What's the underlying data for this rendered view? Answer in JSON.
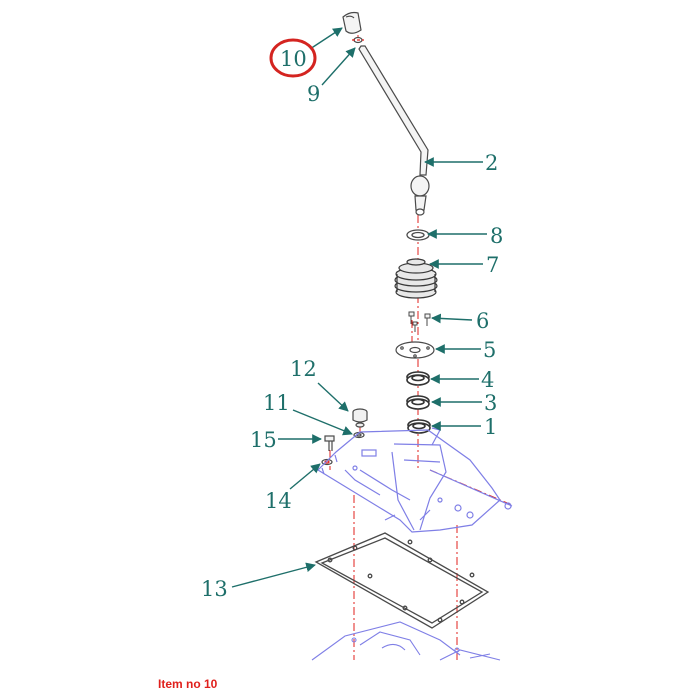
{
  "diagram": {
    "callouts": [
      {
        "id": "10",
        "label": "10"
      },
      {
        "id": "9",
        "label": "9"
      },
      {
        "id": "2",
        "label": "2"
      },
      {
        "id": "8",
        "label": "8"
      },
      {
        "id": "7",
        "label": "7"
      },
      {
        "id": "6",
        "label": "6"
      },
      {
        "id": "5",
        "label": "5"
      },
      {
        "id": "4",
        "label": "4"
      },
      {
        "id": "3",
        "label": "3"
      },
      {
        "id": "1",
        "label": "1"
      },
      {
        "id": "12",
        "label": "12"
      },
      {
        "id": "11",
        "label": "11"
      },
      {
        "id": "15",
        "label": "15"
      },
      {
        "id": "14",
        "label": "14"
      },
      {
        "id": "13",
        "label": "13"
      }
    ],
    "highlighted_item": "10",
    "caption": "Item no 10"
  },
  "colors": {
    "callout": "#1e6f6a",
    "highlight": "#d42420",
    "centerline": "#e0201c",
    "part_line": "#4a4a4a",
    "housing": "#7f7fe6",
    "caption": "#e0201c"
  }
}
